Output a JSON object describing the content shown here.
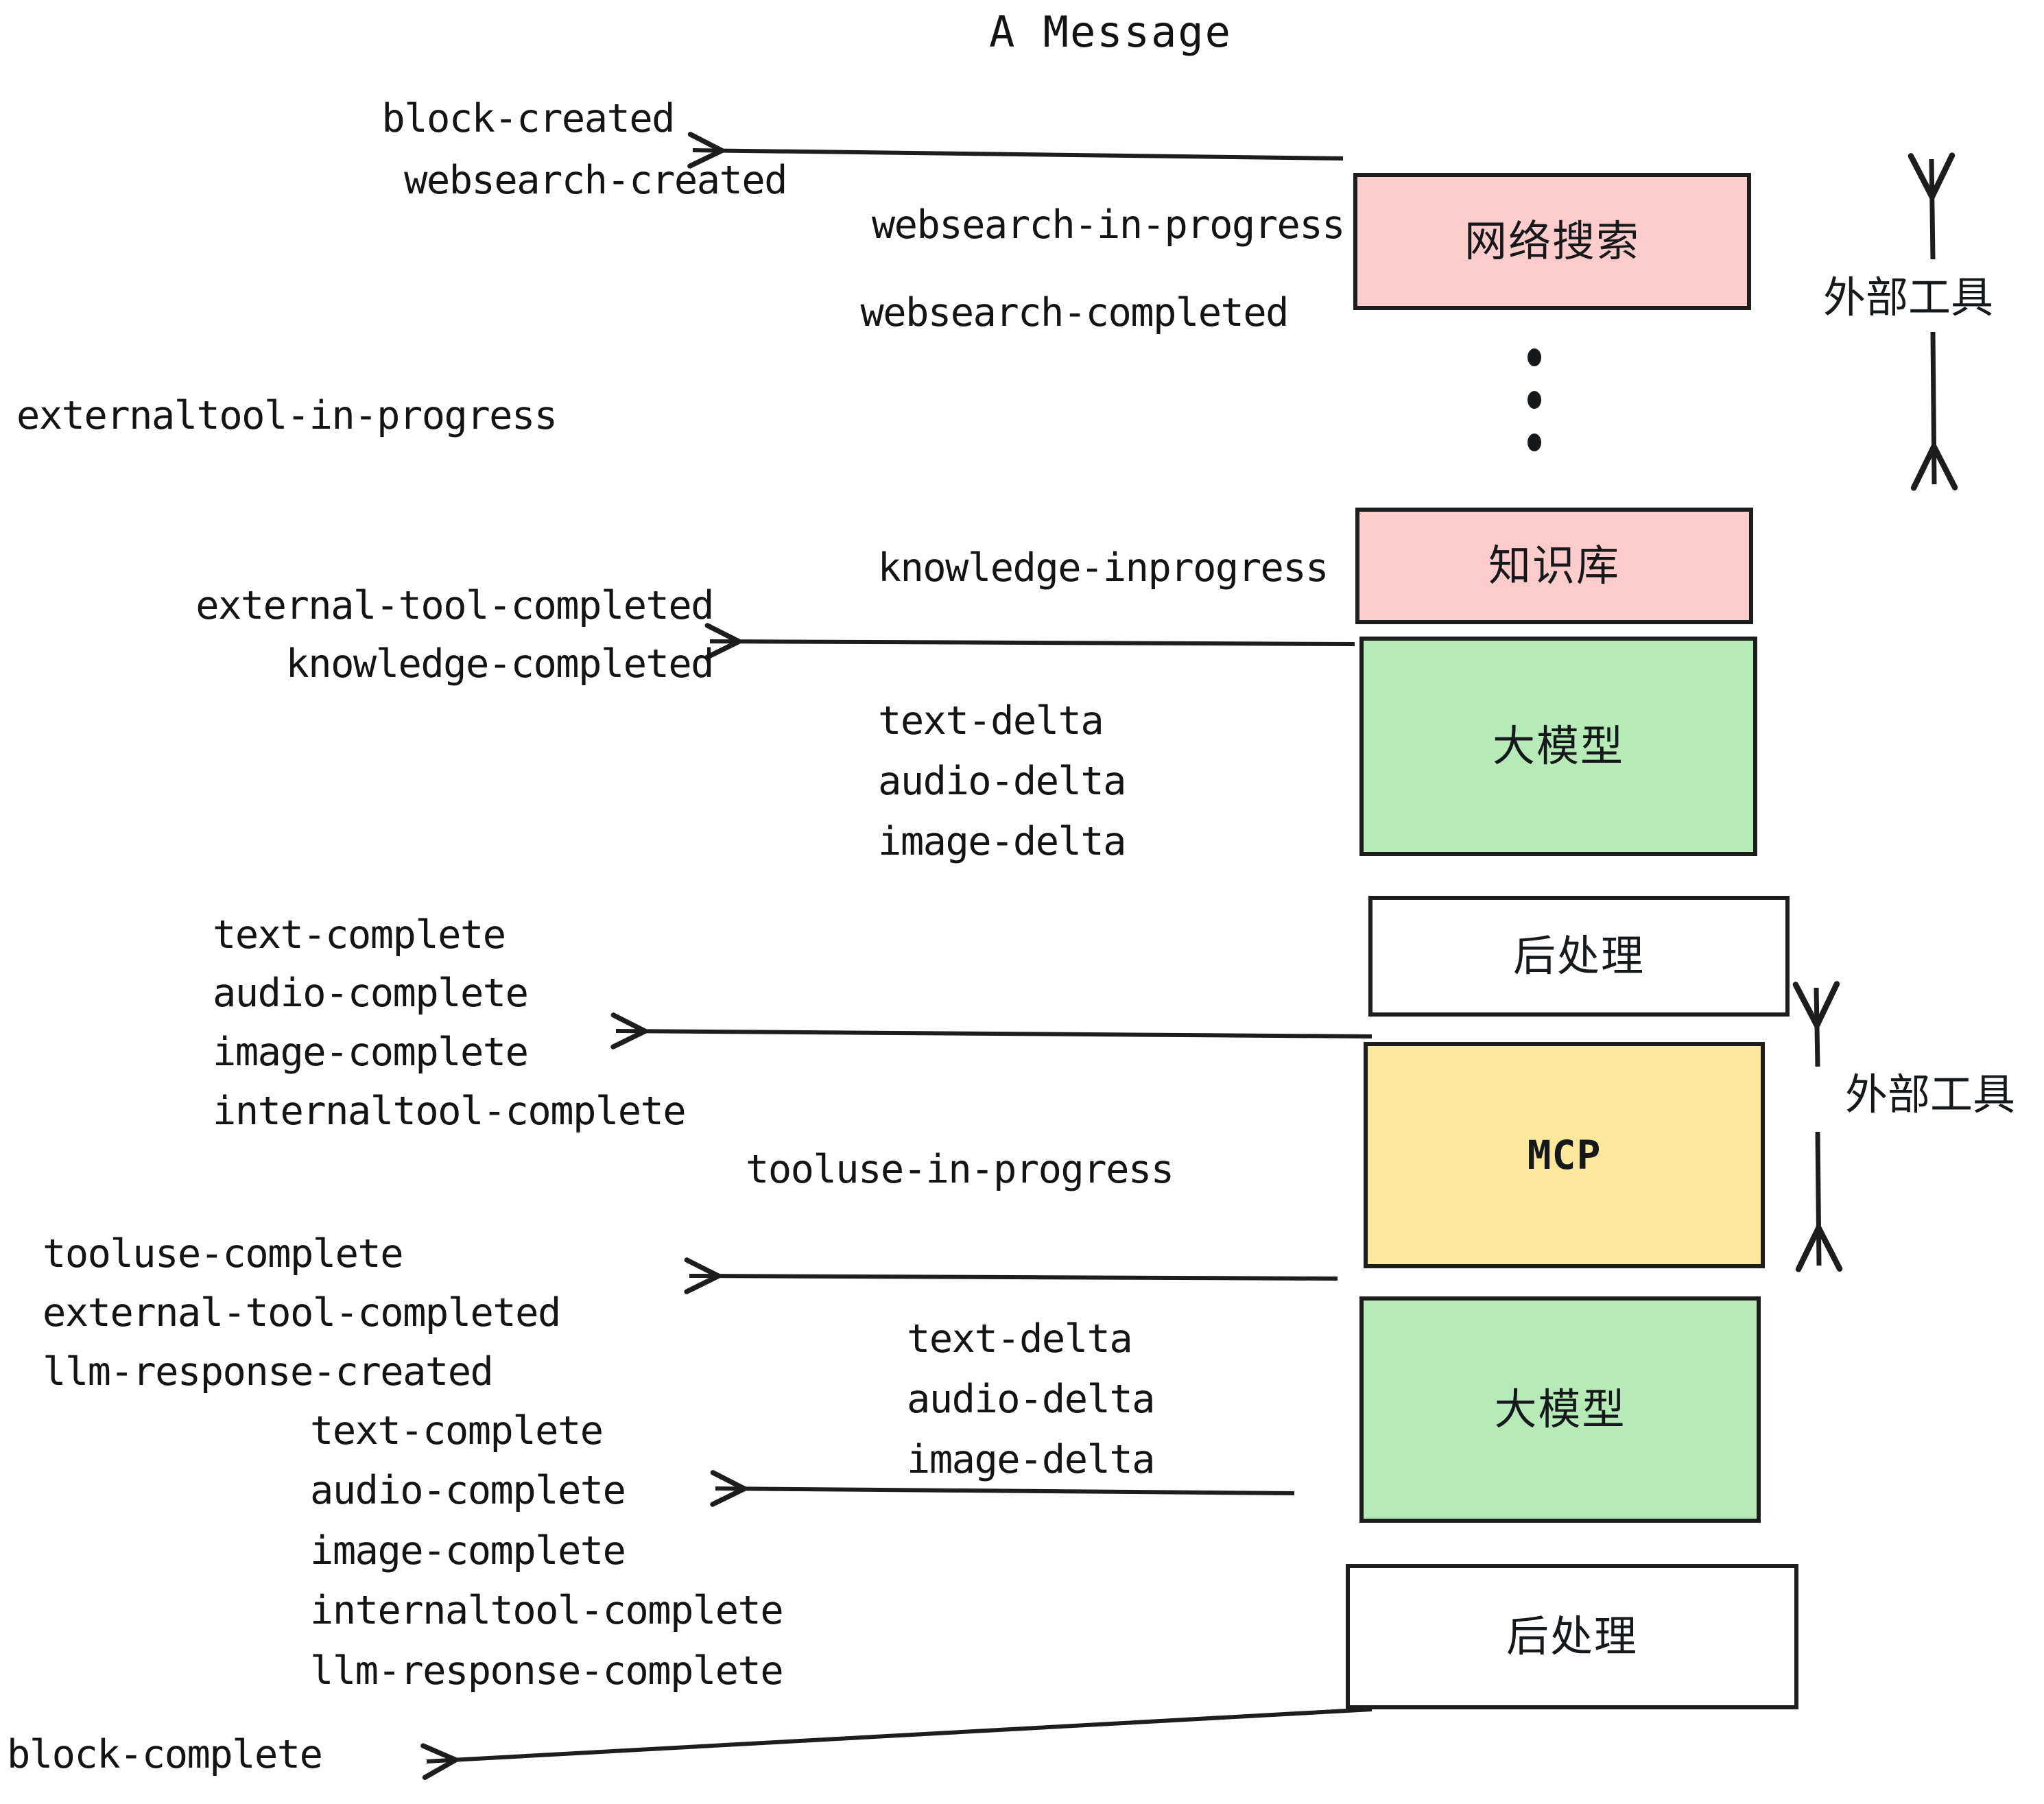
{
  "title": "A Message",
  "colors": {
    "pink": "#ffcccc",
    "green": "#b6ebb8",
    "yellow": "#fce79a",
    "white": "#ffffff",
    "stroke": "#1d1d1d",
    "text": "#141414"
  },
  "stages": [
    {
      "id": "websearch",
      "label": "网络搜索",
      "fill": "pink",
      "latin": false
    },
    {
      "id": "knowledge",
      "label": "知识库",
      "fill": "pink",
      "latin": false
    },
    {
      "id": "llm-1",
      "label": "大模型",
      "fill": "green",
      "latin": false
    },
    {
      "id": "postprocess-1",
      "label": "后处理",
      "fill": "white",
      "latin": false
    },
    {
      "id": "mcp",
      "label": "MCP",
      "fill": "yellow",
      "latin": true
    },
    {
      "id": "llm-2",
      "label": "大模型",
      "fill": "green",
      "latin": false
    },
    {
      "id": "postprocess-2",
      "label": "后处理",
      "fill": "white",
      "latin": false
    }
  ],
  "side_annotations": [
    {
      "id": "external-tools-top",
      "label": "外部工具"
    },
    {
      "id": "external-tools-bottom",
      "label": "外部工具"
    }
  ],
  "events": [
    {
      "id": "block-created",
      "text": "block-created"
    },
    {
      "id": "websearch-created",
      "text": "websearch-created"
    },
    {
      "id": "websearch-in-progress",
      "text": "websearch-in-progress"
    },
    {
      "id": "websearch-completed",
      "text": "websearch-completed"
    },
    {
      "id": "externaltool-in-progress",
      "text": "externaltool-in-progress"
    },
    {
      "id": "knowledge-inprogress",
      "text": "knowledge-inprogress"
    },
    {
      "id": "external-tool-completed-1",
      "text": "external-tool-completed"
    },
    {
      "id": "knowledge-completed",
      "text": "knowledge-completed"
    },
    {
      "id": "text-delta-1",
      "text": "text-delta"
    },
    {
      "id": "audio-delta-1",
      "text": "audio-delta"
    },
    {
      "id": "image-delta-1",
      "text": "image-delta"
    },
    {
      "id": "text-complete-1",
      "text": "text-complete"
    },
    {
      "id": "audio-complete-1",
      "text": "audio-complete"
    },
    {
      "id": "image-complete-1",
      "text": "image-complete"
    },
    {
      "id": "internaltool-complete-1",
      "text": "internaltool-complete"
    },
    {
      "id": "tooluse-in-progress",
      "text": "tooluse-in-progress"
    },
    {
      "id": "tooluse-complete",
      "text": "tooluse-complete"
    },
    {
      "id": "external-tool-completed-2",
      "text": "external-tool-completed"
    },
    {
      "id": "llm-response-created",
      "text": "llm-response-created"
    },
    {
      "id": "text-delta-2",
      "text": "text-delta"
    },
    {
      "id": "audio-delta-2",
      "text": "audio-delta"
    },
    {
      "id": "image-delta-2",
      "text": "image-delta"
    },
    {
      "id": "text-complete-2",
      "text": "text-complete"
    },
    {
      "id": "audio-complete-2",
      "text": "audio-complete"
    },
    {
      "id": "image-complete-2",
      "text": "image-complete"
    },
    {
      "id": "internaltool-complete-2",
      "text": "internaltool-complete"
    },
    {
      "id": "llm-response-complete",
      "text": "llm-response-complete"
    },
    {
      "id": "block-complete",
      "text": "block-complete"
    }
  ]
}
